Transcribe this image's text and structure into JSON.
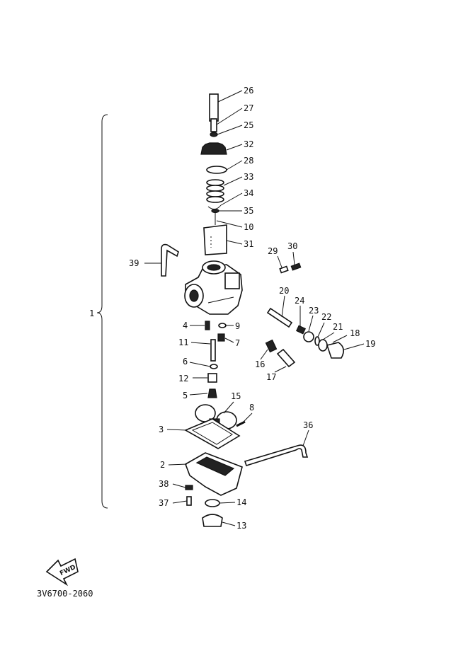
{
  "diagram": {
    "assembly_label": "1",
    "drawing_code": "3V6700-2060",
    "fwd_label": "FWD",
    "callouts": [
      "26",
      "27",
      "25",
      "32",
      "28",
      "33",
      "34",
      "35",
      "10",
      "31",
      "29",
      "30",
      "39",
      "20",
      "24",
      "23",
      "22",
      "21",
      "18",
      "19",
      "4",
      "9",
      "7",
      "11",
      "16",
      "17",
      "6",
      "12",
      "5",
      "15",
      "8",
      "3",
      "36",
      "2",
      "38",
      "37",
      "14",
      "13"
    ]
  }
}
